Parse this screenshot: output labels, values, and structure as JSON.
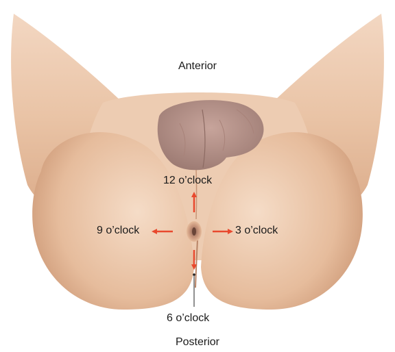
{
  "labels": {
    "anterior": "Anterior",
    "posterior": "Posterior",
    "twelve": "12 o’clock",
    "three": "3 o’clock",
    "six": "6 o’clock",
    "nine": "9 o’clock"
  },
  "colors": {
    "arrow": "#e8492e",
    "skin": "#e9c3a5",
    "skin_shadow": "#c99a7c",
    "scrotum": "#b48f86",
    "leader_line": "#222222"
  }
}
